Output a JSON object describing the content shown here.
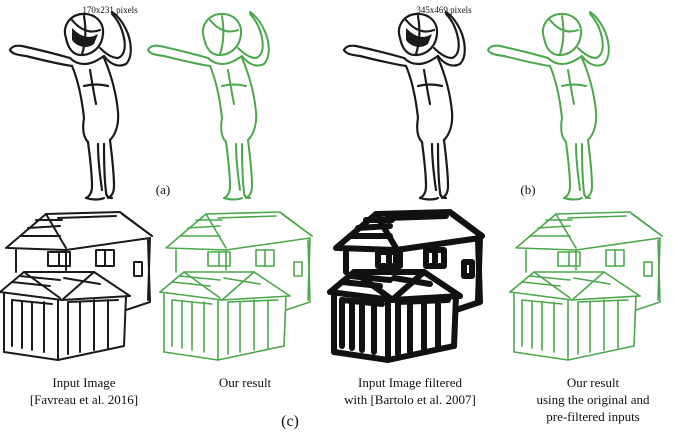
{
  "figure": {
    "top_row": {
      "left": {
        "size_label": "170x231 pixels",
        "panel_label": "(a)"
      },
      "right": {
        "size_label": "345x469 pixels",
        "panel_label": "(b)"
      }
    },
    "bottom_row": {
      "captions": [
        {
          "line1": "Input Image",
          "line2": "[Favreau et al. 2016]",
          "line3": ""
        },
        {
          "line1": "Our result",
          "line2": "",
          "line3": ""
        },
        {
          "line1": "Input Image filtered",
          "line2": "with [Bartolo et al. 2007]",
          "line3": ""
        },
        {
          "line1": "Our result",
          "line2": "using the original and",
          "line3": "pre-filtered inputs"
        }
      ],
      "panel_label": "(c)"
    },
    "colors": {
      "ink": "#1a1a1a",
      "green": "#4aa84a"
    }
  }
}
